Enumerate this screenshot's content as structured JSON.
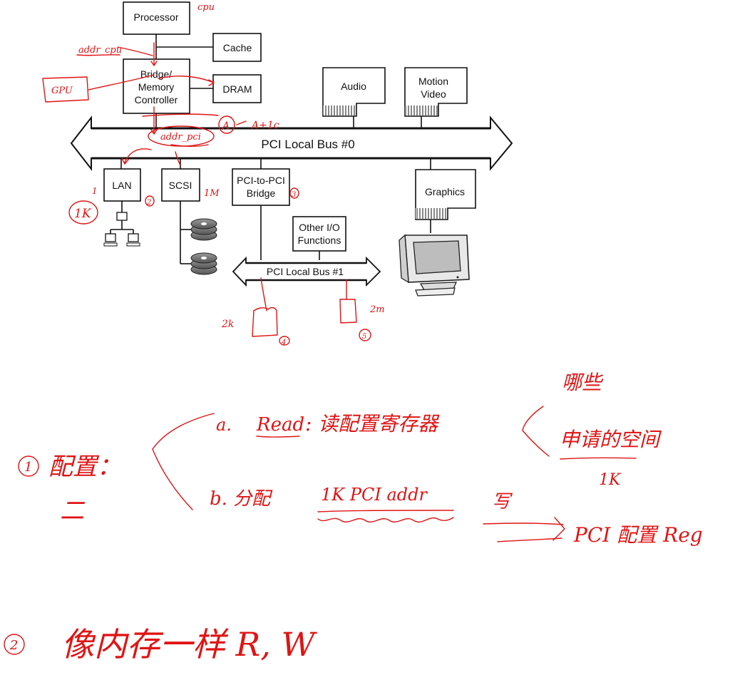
{
  "diagram": {
    "components": {
      "processor": "Processor",
      "cache": "Cache",
      "bridge": [
        "Bridge/",
        "Memory",
        "Controller"
      ],
      "dram": "DRAM",
      "audio": "Audio",
      "motion_video": [
        "Motion",
        "Video"
      ],
      "pci_bus_0": "PCI Local Bus #0",
      "lan": "LAN",
      "scsi": "SCSI",
      "pci_to_pci": [
        "PCI-to-PCI",
        "Bridge"
      ],
      "other_io": [
        "Other I/O",
        "Functions"
      ],
      "pci_bus_1": "PCI Local Bus #1",
      "graphics": "Graphics"
    }
  },
  "annotations": {
    "cpu": "cpu",
    "addr_cpu": "addr_cpu",
    "gpu": "GPU",
    "addr_pci": "addr_pci",
    "a_label": "A",
    "a_formula": "A+1c",
    "num_1": "1",
    "one_k": "1K",
    "num_2": "2",
    "one_m": "1M",
    "num_3": "3",
    "two_k": "2k",
    "num_4": "4",
    "two_m": "2m",
    "num_5": "5",
    "step1_num": "1",
    "step1_title": "配置：",
    "step1_sub": "二",
    "a_prefix": "a.",
    "a_read": "Read",
    "a_rest": ": 读配置寄存器",
    "which": "哪些",
    "apply_space": "申请的空间",
    "apply_size": "1K",
    "b_prefix": "b. 分配",
    "b_addr": "1K PCI addr",
    "write": "写",
    "pci_reg": "PCI 配置 Reg",
    "step2_num": "2",
    "step2_text": "像内存一样 R, W"
  }
}
